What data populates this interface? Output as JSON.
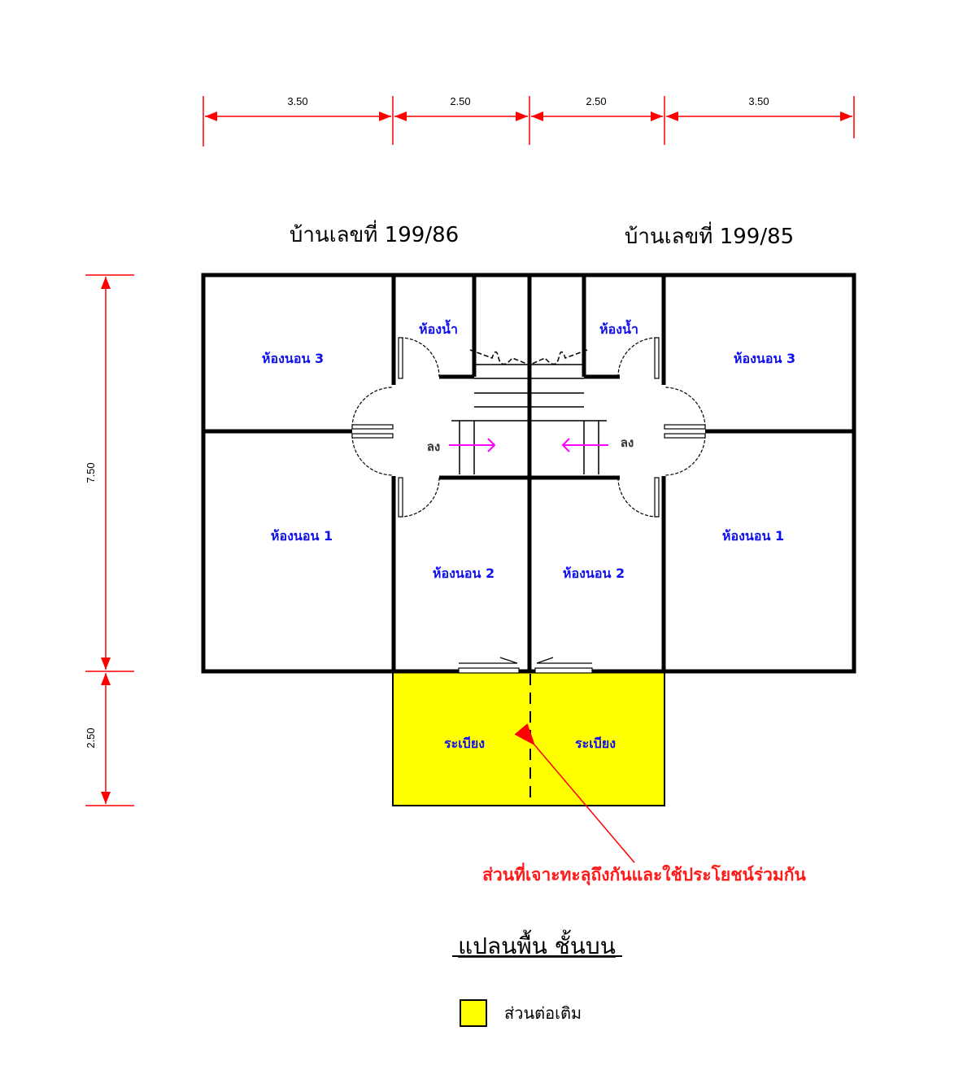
{
  "dimensions": {
    "horizontal": [
      "3.50",
      "2.50",
      "2.50",
      "3.50"
    ],
    "vertical": [
      "7.50",
      "2.50"
    ]
  },
  "houses": {
    "left": "บ้านเลขที่ 199/86",
    "right": "บ้านเลขที่ 199/85"
  },
  "rooms": {
    "left_bedroom3": "ห้องนอน 3",
    "left_bathroom": "ห้องน้ำ",
    "left_bedroom1": "ห้องนอน 1",
    "left_bedroom2": "ห้องนอน 2",
    "left_down": "ลง",
    "left_porch": "ระเบียง",
    "right_bedroom3": "ห้องนอน 3",
    "right_bathroom": "ห้องน้ำ",
    "right_bedroom1": "ห้องนอน 1",
    "right_bedroom2": "ห้องนอน 2",
    "right_down": "ลง",
    "right_porch": "ระเบียง"
  },
  "annotation": "ส่วนที่เจาะทะลุถึงกันและใช้ประโยชน์ร่วมกัน",
  "title": "แปลนพื้น ชั้นบน",
  "legend": {
    "label": "ส่วนต่อเติม",
    "color": "#ffff00"
  },
  "colors": {
    "dimension": "#ff0000",
    "room_label": "#1010ee",
    "stair_arrow": "#ff00ff",
    "extension": "#ffff00"
  }
}
